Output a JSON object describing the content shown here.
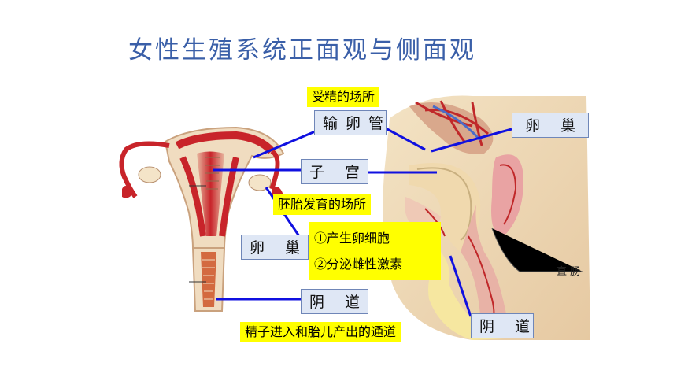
{
  "title": "女性生殖系统正面观与侧面观",
  "labels": {
    "fallopian_tube": "输卵管",
    "ovary_right": "卵 巢",
    "uterus": "子 宫",
    "ovary_left": "卵 巢",
    "vagina_left": "阴 道",
    "vagina_right": "阴 道"
  },
  "notes": {
    "fertilization": "受精的场所",
    "embryo": "胚胎发育的场所",
    "ovary_func_1": "①产生卵细胞",
    "ovary_func_2": "②分泌雌性激素",
    "vagina_func": "精子进入和胎儿产出的通道"
  },
  "side_view_text": "直 肠",
  "colors": {
    "title": "#3a5fa8",
    "pointer": "#1010e0",
    "note_bg": "#ffff00",
    "label_bg": "#dfe7f5"
  }
}
